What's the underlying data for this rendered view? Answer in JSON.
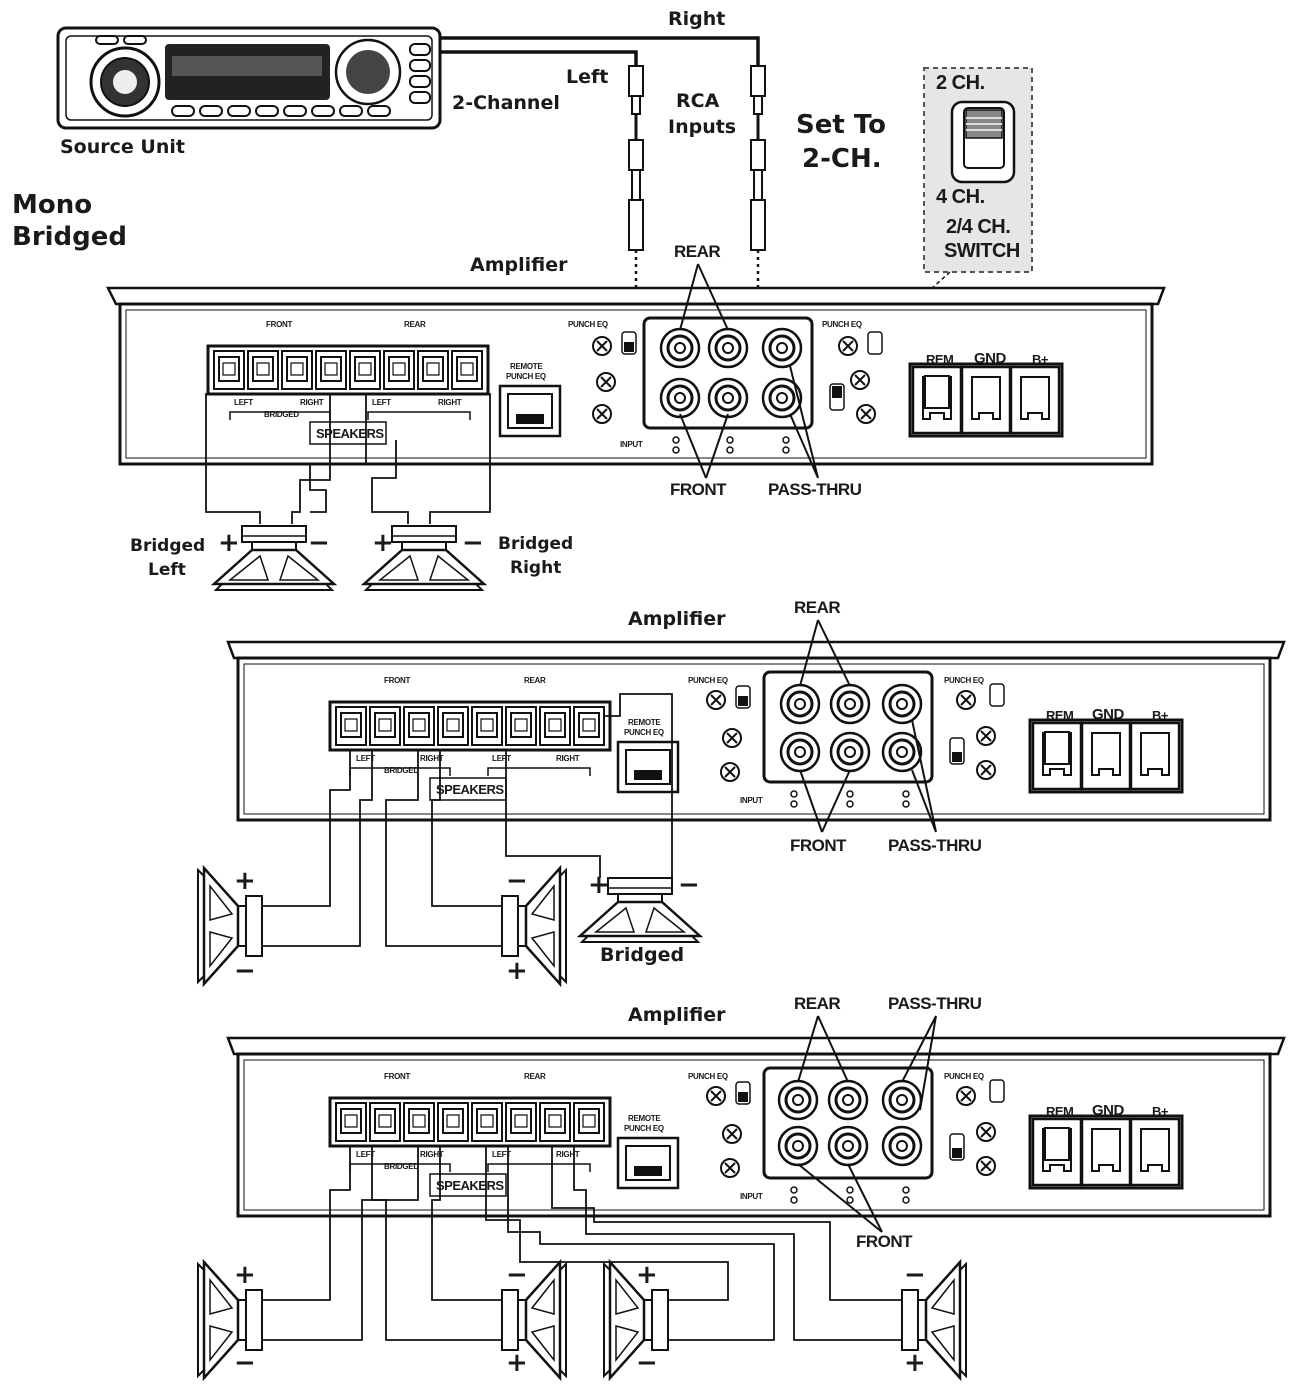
{
  "labels": {
    "right_top": "Right",
    "left_top": "Left",
    "two_channel": "2-Channel",
    "rca_inputs_1": "RCA",
    "rca_inputs_2": "Inputs",
    "set_to_1": "Set To",
    "set_to_2": "2-CH.",
    "switch_2ch": "2 CH.",
    "switch_4ch": "4 CH.",
    "switch_name_1": "2/4 CH.",
    "switch_name_2": "SWITCH",
    "source_unit": "Source Unit",
    "mode_1": "Mono",
    "mode_2": "Bridged"
  },
  "amps": [
    {
      "title": "Amplifier",
      "rear": "REAR",
      "front": "FRONT",
      "pass_thru": "PASS-THRU",
      "front_hdr": "FRONT",
      "rear_hdr": "REAR",
      "left": "LEFT",
      "right": "RIGHT",
      "left2": "LEFT",
      "right2": "RIGHT",
      "bridged": "BRIDGED",
      "speakers": "SPEAKERS",
      "remote": "REMOTE",
      "punch_eq": "PUNCH EQ",
      "rem": "REM",
      "gnd": "GND",
      "bplus": "B+",
      "input": "INPUT"
    },
    {
      "title": "Amplifier",
      "rear": "REAR",
      "front": "FRONT",
      "pass_thru": "PASS-THRU",
      "front_hdr": "FRONT",
      "rear_hdr": "REAR",
      "left": "LEFT",
      "right": "RIGHT",
      "left2": "LEFT",
      "right2": "RIGHT",
      "bridged": "BRIDGED",
      "speakers": "SPEAKERS",
      "remote": "REMOTE",
      "punch_eq": "PUNCH EQ",
      "rem": "REM",
      "gnd": "GND",
      "bplus": "B+",
      "input": "INPUT"
    },
    {
      "title": "Amplifier",
      "rear": "REAR",
      "front": "FRONT",
      "pass_thru": "PASS-THRU",
      "front_hdr": "FRONT",
      "rear_hdr": "REAR",
      "left": "LEFT",
      "right": "RIGHT",
      "left2": "LEFT",
      "right2": "RIGHT",
      "bridged": "BRIDGED",
      "speakers": "SPEAKERS",
      "remote": "REMOTE",
      "punch_eq": "PUNCH EQ",
      "rem": "REM",
      "gnd": "GND",
      "bplus": "B+",
      "input": "INPUT"
    }
  ],
  "speaker_labels": {
    "bridged_left_1": "Bridged",
    "bridged_left_2": "Left",
    "bridged_right_1": "Bridged",
    "bridged_right_2": "Right",
    "bridged_center": "Bridged"
  },
  "polarity": {
    "plus": "+",
    "minus": "−"
  }
}
